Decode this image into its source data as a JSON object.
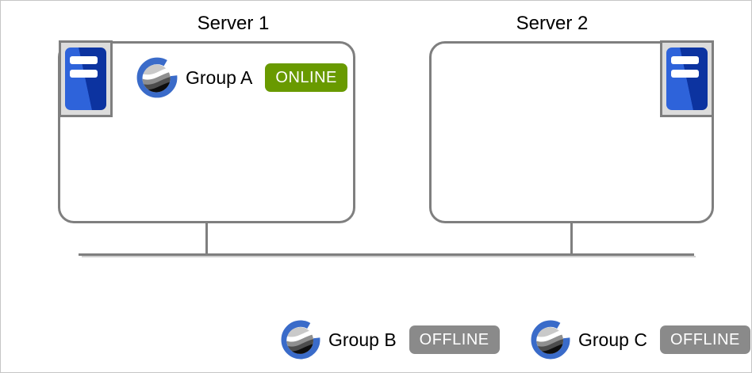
{
  "servers": [
    {
      "title": "Server 1",
      "groups": [
        {
          "name": "Group A",
          "status": "ONLINE",
          "status_color": "#699A00"
        }
      ]
    },
    {
      "title": "Server 2",
      "groups": []
    }
  ],
  "unhosted_groups": [
    {
      "name": "Group B",
      "status": "OFFLINE",
      "status_color": "#8A8A8A"
    },
    {
      "name": "Group C",
      "status": "OFFLINE",
      "status_color": "#8A8A8A"
    }
  ],
  "icons": {
    "server": "server-icon",
    "availability_group": "availability-group-icon"
  },
  "colors": {
    "online_badge": "#699A00",
    "offline_badge": "#8A8A8A",
    "box_border": "#7F7F7F",
    "bus_line": "#7F7F7F",
    "canvas_border": "#C6C6C6",
    "group_ring_blue": "#3A6BC9",
    "server_blue_light": "#2E63DA",
    "server_blue_dark": "#0C33A0"
  }
}
